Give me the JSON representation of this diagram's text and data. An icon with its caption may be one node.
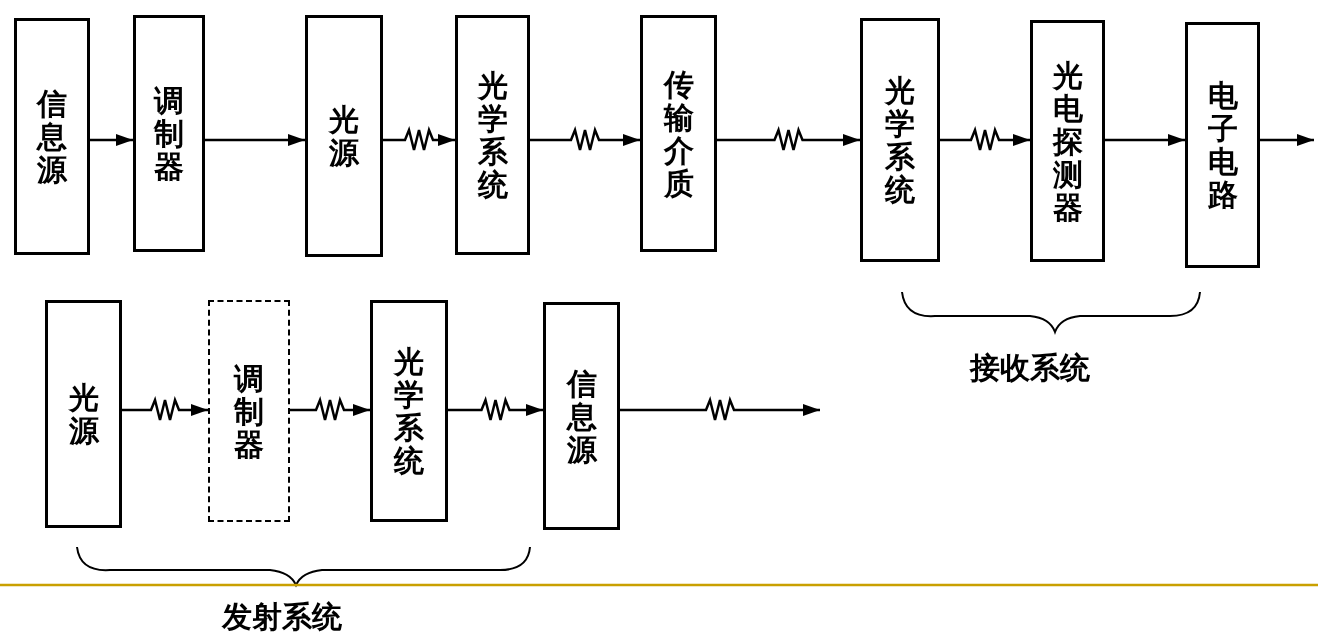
{
  "diagram": {
    "nodes": [
      {
        "text": [
          "信息源"
        ]
      },
      {
        "text": [
          "调制器"
        ]
      },
      {
        "text": [
          "光源"
        ]
      },
      {
        "text": [
          "光学系统"
        ]
      },
      {
        "text": [
          "传输介质"
        ]
      },
      {
        "text": [
          "光学系统"
        ]
      },
      {
        "text": [
          "光电探测器"
        ]
      },
      {
        "text": [
          "电子电路"
        ]
      },
      {
        "text": [
          "光源"
        ]
      },
      {
        "text": [
          "调制器"
        ]
      },
      {
        "text": [
          "光学系统"
        ]
      },
      {
        "text": [
          "信息源"
        ]
      }
    ],
    "edges": [
      {
        "from": 0,
        "to": 1,
        "arrow": "to"
      },
      {
        "from": 1,
        "to": 2,
        "arrow": "to"
      },
      {
        "from": 2,
        "to": 3,
        "arrow": "to"
      },
      {
        "from": 3,
        "to": 4,
        "arrow": "to"
      },
      {
        "from": 4,
        "to": 5,
        "arrow": "to"
      },
      {
        "from": 5,
        "to": 6,
        "arrow": "to"
      },
      {
        "from": 6,
        "to": 7,
        "arrow": "to"
      },
      {
        "from": 7,
        "to": null,
        "arrow": "to"
      },
      {
        "from": 8,
        "to": 9,
        "arrow": "to"
      },
      {
        "from": 9,
        "to": 10,
        "arrow": "to"
      },
      {
        "from": 10,
        "to": 11,
        "arrow": "to"
      },
      {
        "from": 11,
        "to": null,
        "arrow": "to"
      }
    ],
    "labels": [
      "接收系统",
      "发射系统"
    ]
  }
}
